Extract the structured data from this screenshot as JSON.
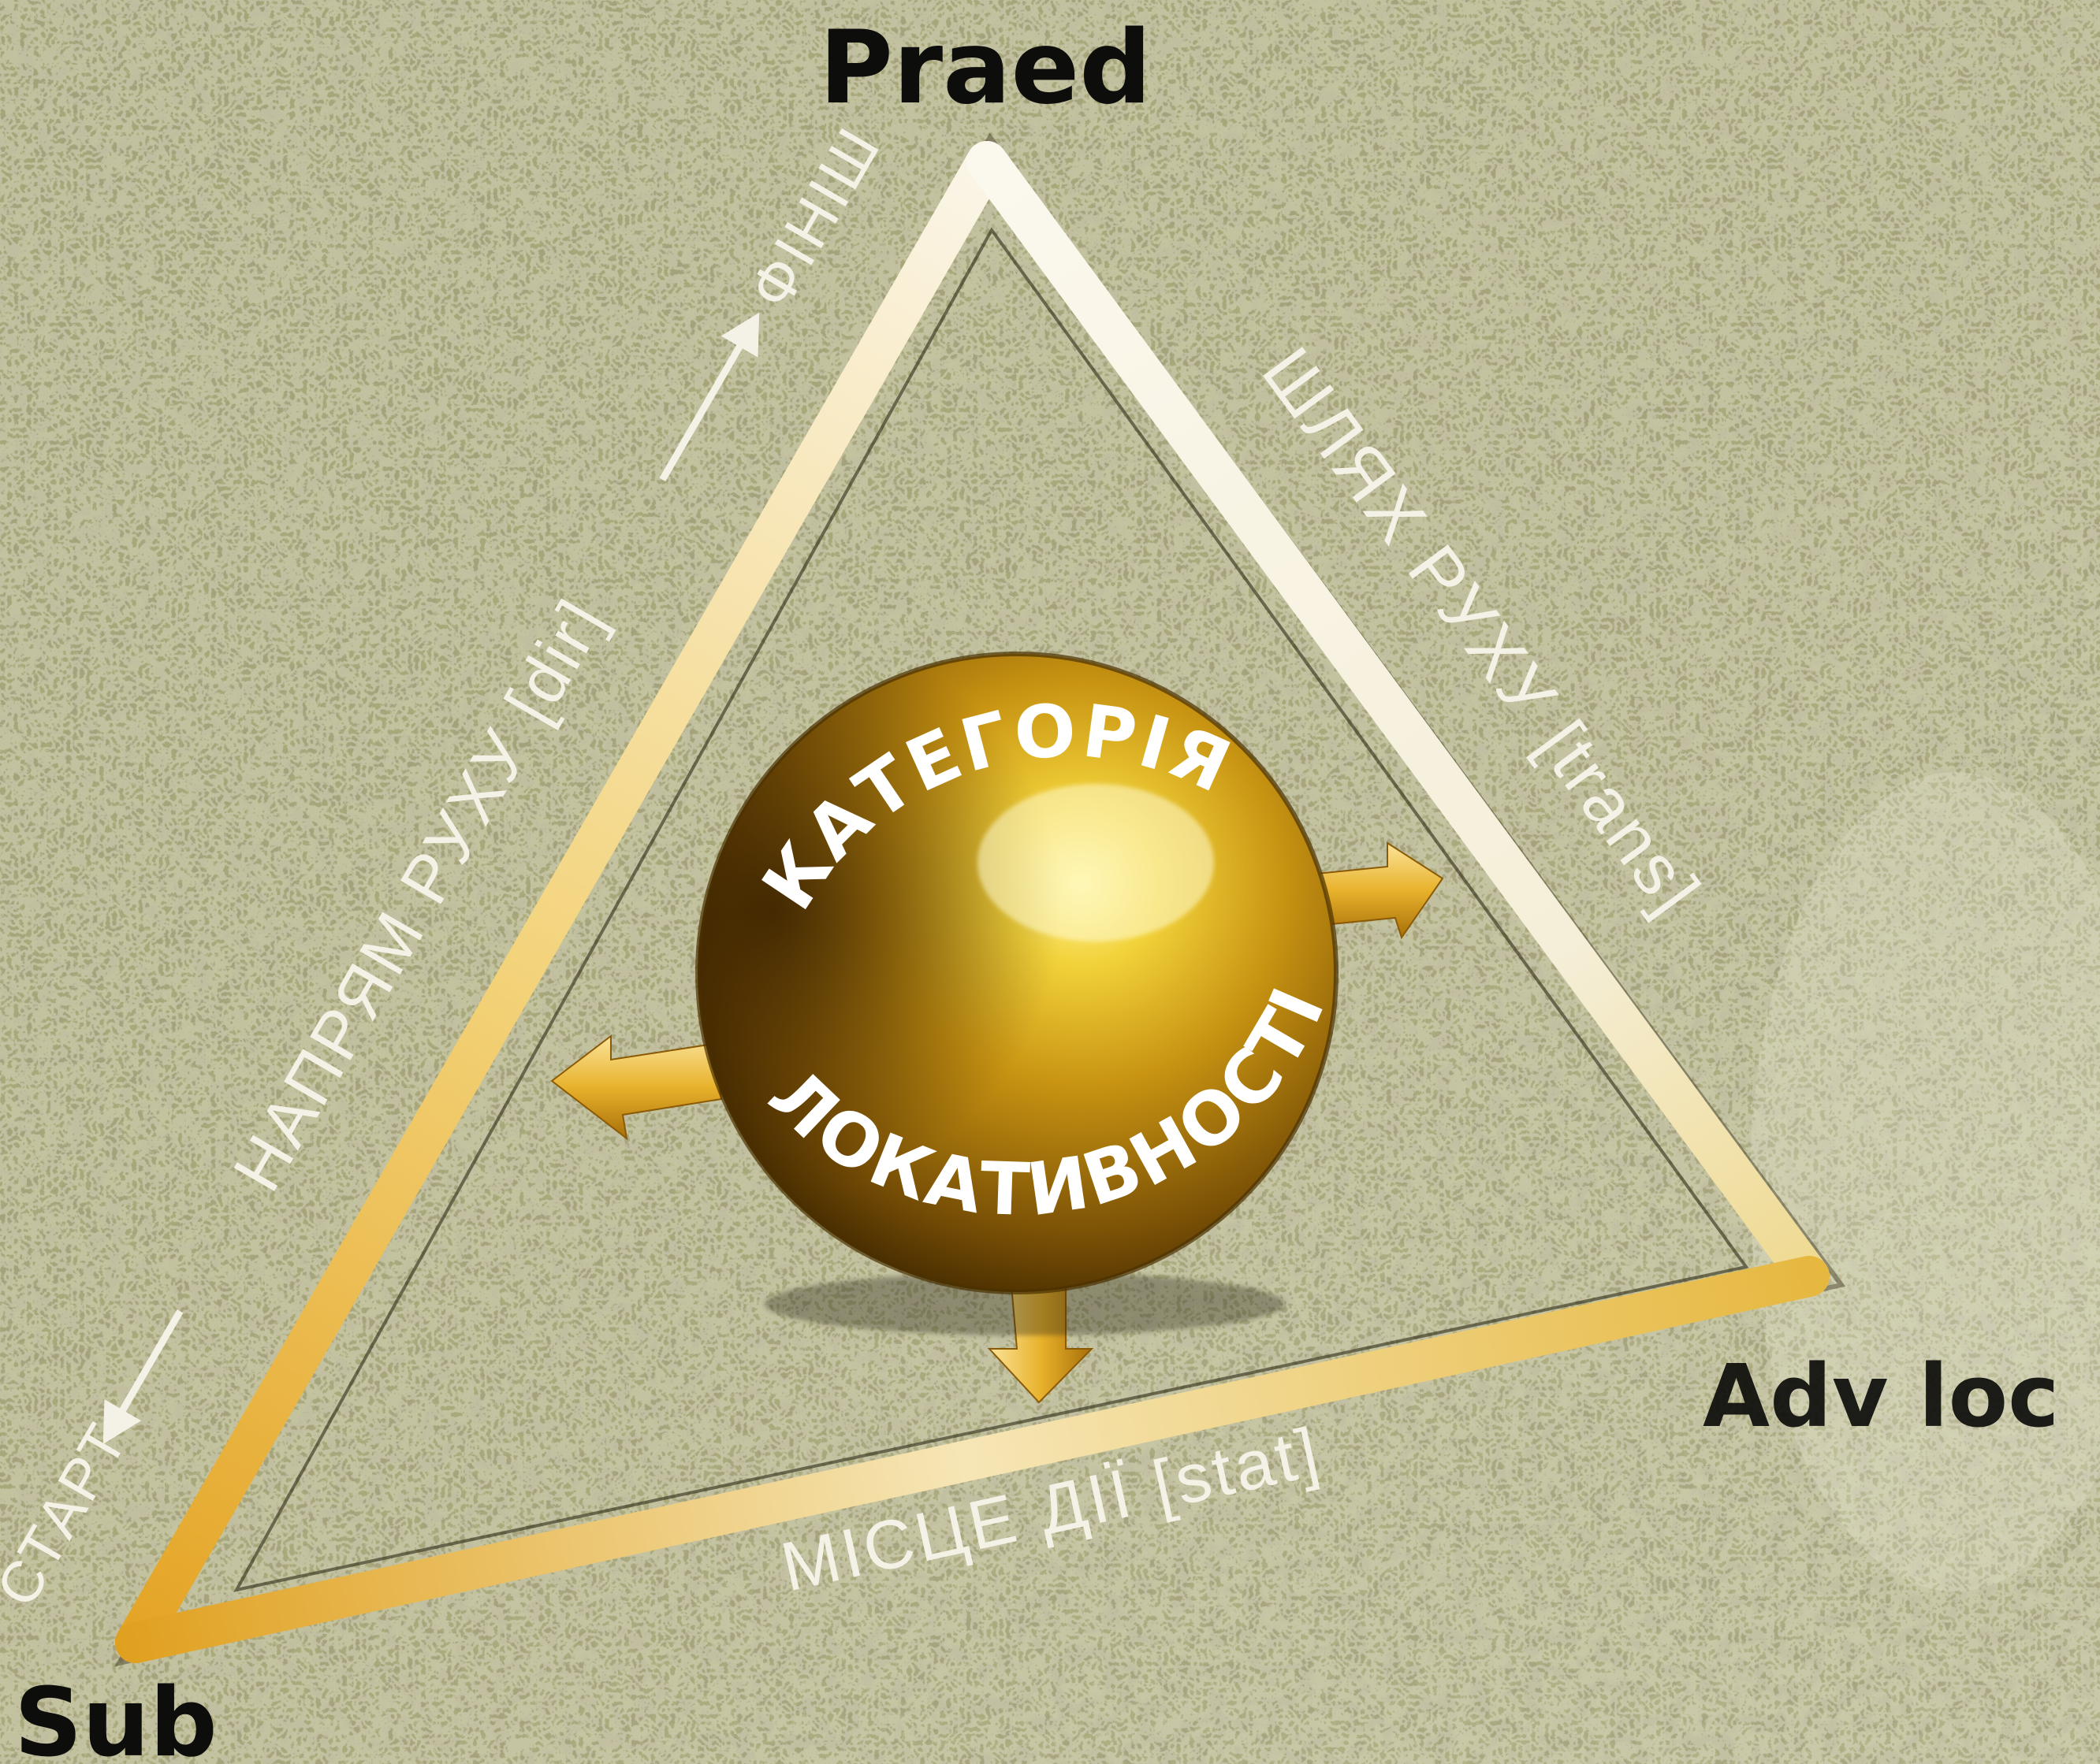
{
  "vertices": {
    "top": "Praed",
    "bottom_left": "Sub",
    "bottom_right": "Adv loc"
  },
  "edges": {
    "left": {
      "start": "СТАРТ",
      "direction": "НАПРЯМ РУХУ [dir]",
      "finish": "ФІНІШ"
    },
    "right": "ШЛЯХ РУХУ [trans]",
    "bottom": "МІСЦЕ ДІЇ [stat]"
  },
  "center": {
    "line1": "КАТЕГОРІЯ",
    "line2": "ЛОКАТИВНОСТІ"
  },
  "colors": {
    "background": "#a8a77a",
    "gold": "#e3a92a",
    "cream": "#f6f1e2"
  }
}
